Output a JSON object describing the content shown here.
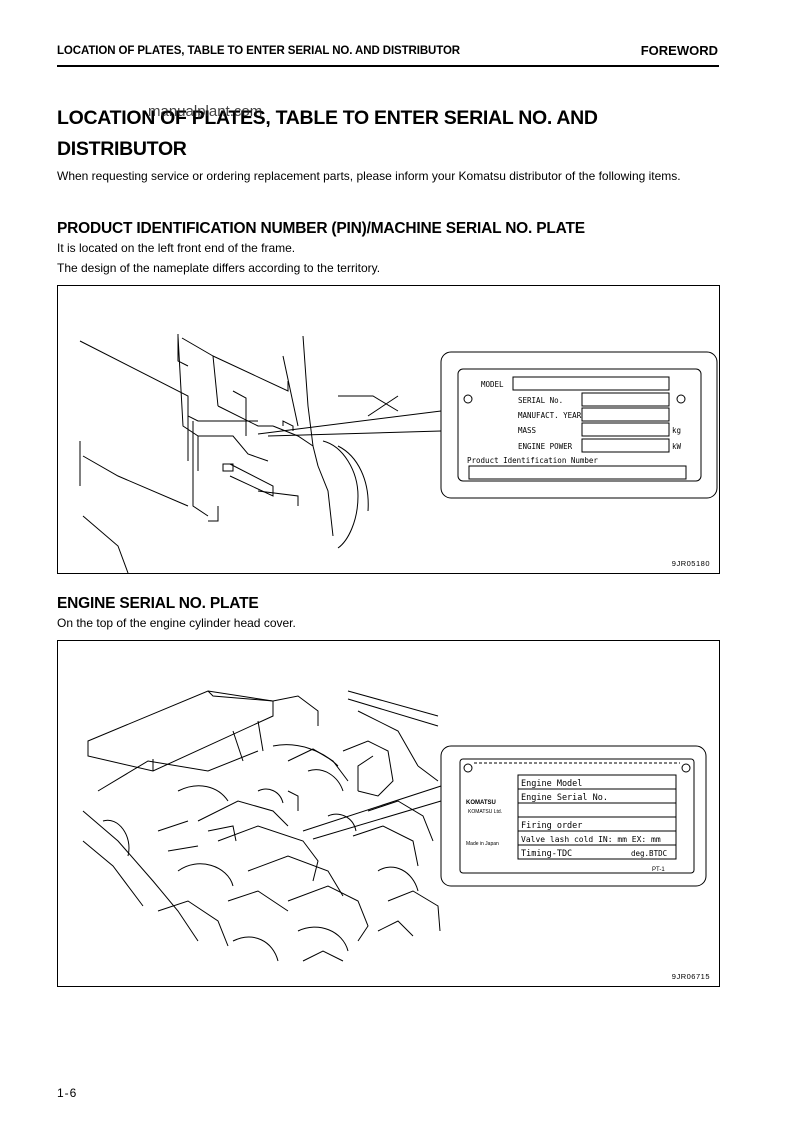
{
  "header": {
    "section": "LOCATION OF PLATES, TABLE TO ENTER SERIAL NO. AND DISTRIBUTOR",
    "chapter": "FOREWORD"
  },
  "title": {
    "line1": "LOCATION OF PLATES, TABLE TO ENTER SERIAL NO. AND",
    "line2": "DISTRIBUTOR",
    "watermark": "manualplant.com"
  },
  "intro": "When requesting service or ordering replacement parts, please inform your Komatsu distributor of the following items.",
  "pin_section": {
    "heading": "PRODUCT IDENTIFICATION NUMBER (PIN)/MACHINE SERIAL NO. PLATE",
    "line1": "It is located on the left front end of the frame.",
    "line2": "The design of the nameplate differs according to the territory.",
    "figure_code": "9JR05180",
    "plate": {
      "model": "MODEL",
      "serial": "SERIAL No.",
      "year": "MANUFACT. YEAR",
      "mass": "MASS",
      "mass_unit": "kg",
      "power": "ENGINE POWER",
      "power_unit": "kW",
      "pin": "Product Identification Number"
    }
  },
  "engine_section": {
    "heading": "ENGINE SERIAL NO. PLATE",
    "line1": "On the top of the engine cylinder head cover.",
    "figure_code": "9JR06715",
    "plate": {
      "brand": "KOMATSU",
      "company": "KOMATSU Ltd.",
      "made_in": "Made in Japan",
      "engine_model": "Engine Model",
      "engine_serial": "Engine Serial No.",
      "firing_order": "Firing order",
      "valve_lash": "Valve lash cold  IN:    mm   EX:    mm",
      "timing": "Timing-TDC",
      "timing_unit": "deg.BTDC",
      "code": "PT-1"
    }
  },
  "page_number": "1-6"
}
